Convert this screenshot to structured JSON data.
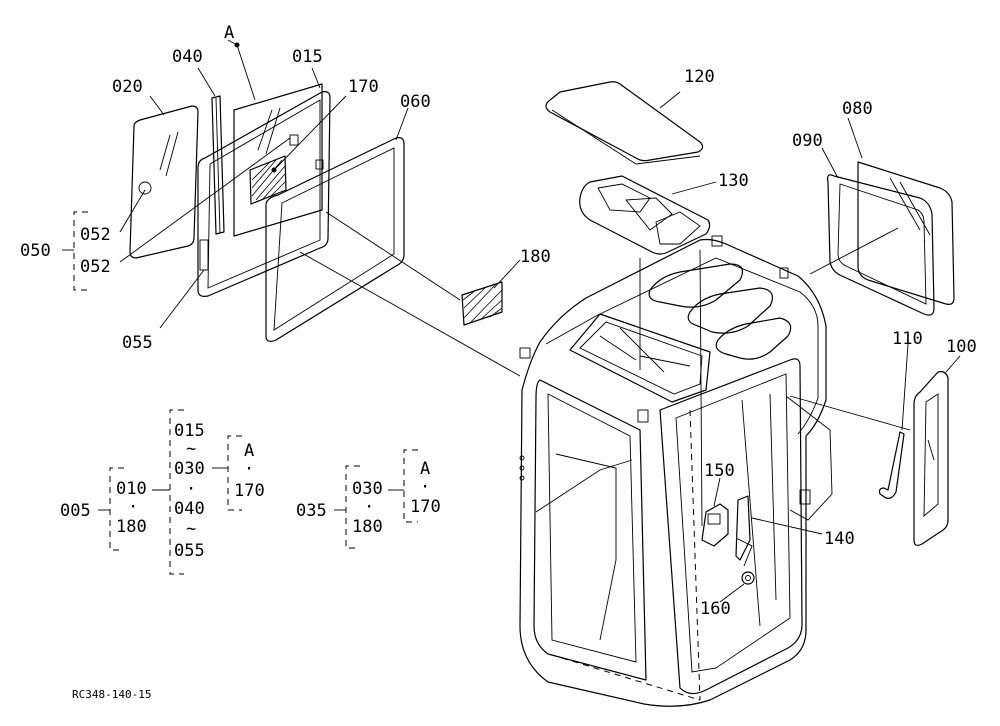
{
  "diagram": {
    "code": "RC348-140-15",
    "letter_a": "A",
    "callouts": {
      "c020": "020",
      "c040": "040",
      "c015": "015",
      "c170": "170",
      "c060": "060",
      "c120": "120",
      "c080": "080",
      "c090": "090",
      "c130": "130",
      "c180": "180",
      "c050": "050",
      "c052a": "052",
      "c052b": "052",
      "c055": "055",
      "c110": "110",
      "c100": "100",
      "c150": "150",
      "c140": "140",
      "c160": "160"
    },
    "legend": {
      "g005": {
        "key": "005",
        "top": "010",
        "dot": "·",
        "bottom": "180"
      },
      "g_list": {
        "r1": "015",
        "t1": "~",
        "r2": "030",
        "dot": "·",
        "r3": "040",
        "t2": "~",
        "r4": "055"
      },
      "g_a1": {
        "a": "A",
        "dot": "·",
        "v": "170"
      },
      "g035": {
        "key": "035",
        "top": "030",
        "dot": "·",
        "bottom": "180"
      },
      "g_a2": {
        "a": "A",
        "dot": "·",
        "v": "170"
      }
    }
  }
}
